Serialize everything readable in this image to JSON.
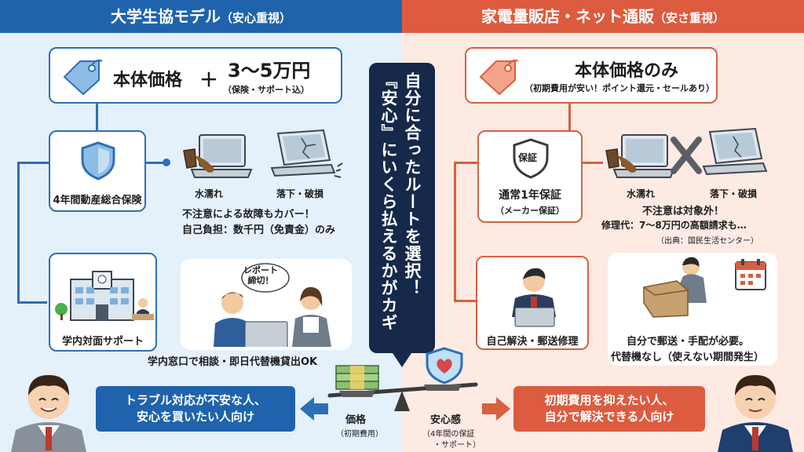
{
  "left": {
    "header": "大学生協モデル",
    "header_sub": "（安心重視）",
    "price_main": "本体価格",
    "price_plus": "＋",
    "price_add": "3〜5万円",
    "price_note": "（保険・サポート込）",
    "insurance_label": "4年間動産総合保険",
    "label_water": "水濡れ",
    "label_drop": "落下・破損",
    "coverage_line1": "不注意による故障もカバー！",
    "coverage_line2": "自己負担：数千円（免責金）のみ",
    "support_label": "学内対面サポート",
    "bubble_text": "レポート\n締切！",
    "support_desc": "学内窓口で相談・即日代替機貸出OK",
    "target_line1": "トラブル対応が不安な人、",
    "target_line2": "安心を買いたい人向け"
  },
  "right": {
    "header": "家電量販店・ネット通販",
    "header_sub": "（安さ重視）",
    "price_main": "本体価格のみ",
    "price_note": "（初期費用が安い！ポイント還元・セールあり）",
    "shield_text": "保証",
    "warranty_label": "通常1年保証",
    "warranty_sub": "（メーカー保証）",
    "label_water": "水濡れ",
    "label_drop": "落下・破損",
    "risk_line1": "不注意は対象外！",
    "risk_line2": "修理代：7〜8万円の高額請求も…",
    "risk_source": "（出典：国民生活センター）",
    "repair_label": "自己解決・郵送修理",
    "repair_line1": "自分で郵送・手配が必要。",
    "repair_line2": "代替機なし（使えない期間発生）",
    "target_line1": "初期費用を抑えたい人、",
    "target_line2": "自分で解決できる人向け"
  },
  "center": {
    "col1": "自分に合ったルートを選択！",
    "col2": "『安心』にいくら払えるかがカギ",
    "scale_left": "価格",
    "scale_left_sub": "（初期費用）",
    "scale_right": "安心感",
    "scale_right_sub1": "（4年間の保証",
    "scale_right_sub2": "・サポート）"
  },
  "colors": {
    "blue": "#2d6fb6",
    "blue_dark": "#1f63ad",
    "red": "#d7603f",
    "navy": "#16294a"
  },
  "icons": [
    "price-tag-icon",
    "shield-icon",
    "laptop-water-icon",
    "laptop-cracked-icon",
    "school-building-icon",
    "support-staff-icon",
    "warranty-shield-icon",
    "cross-mark-icon",
    "repair-person-icon",
    "shipping-box-icon",
    "calendar-icon",
    "money-stack-icon",
    "heart-shield-icon",
    "balance-scale-icon",
    "left-arrow-icon",
    "right-arrow-icon",
    "student-avatar-icon"
  ]
}
